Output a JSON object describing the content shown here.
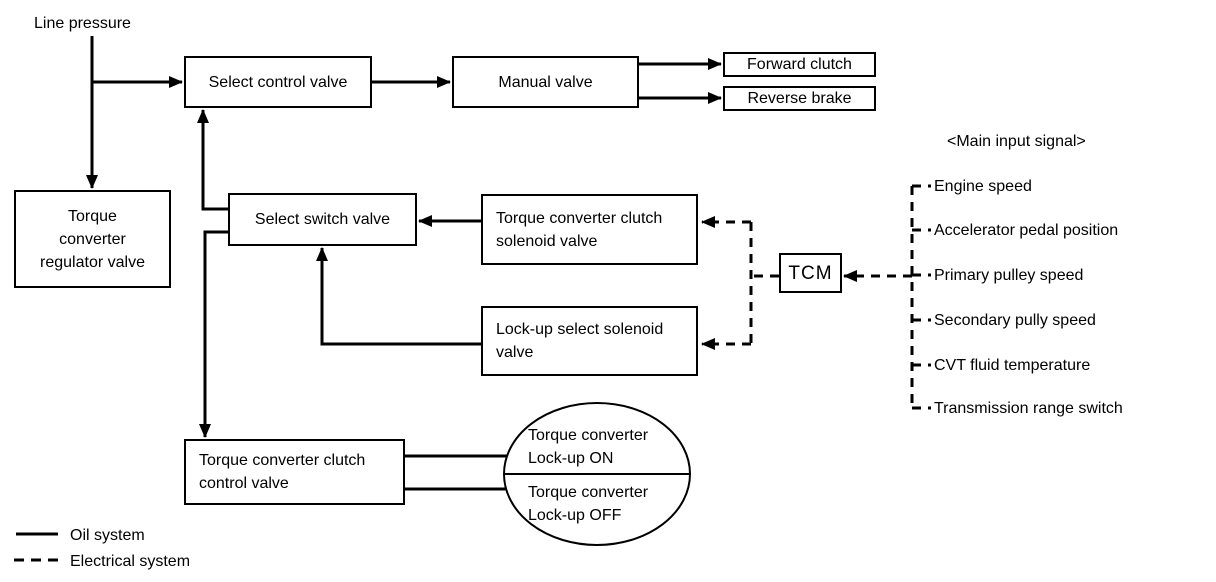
{
  "diagram": {
    "labels": {
      "line_pressure": "Line pressure",
      "main_input_signal_heading": "<Main input signal>"
    },
    "boxes": {
      "select_control_valve": "Select control valve",
      "manual_valve": "Manual valve",
      "forward_clutch": "Forward clutch",
      "reverse_brake": "Reverse brake",
      "torque_converter_regulator_valve": "Torque\nconverter\nregulator valve",
      "select_switch_valve": "Select switch valve",
      "torque_converter_clutch_solenoid_valve": "Torque converter clutch\nsolenoid valve",
      "lock_up_select_solenoid_valve": "Lock-up select solenoid\nvalve",
      "tcm": "TCM",
      "torque_converter_clutch_control_valve": "Torque converter clutch\ncontrol valve"
    },
    "ellipse": {
      "top": "Torque converter\nLock-up ON",
      "bottom": "Torque converter\nLock-up OFF"
    },
    "main_input_signals": [
      "Engine speed",
      "Accelerator pedal position",
      "Primary pulley speed",
      "Secondary pully speed",
      "CVT fluid temperature",
      "Transmission range switch"
    ],
    "legend": {
      "oil_system": "Oil system",
      "electrical_system": "Electrical system"
    },
    "colors": {
      "ink": "#000000",
      "background": "#ffffff"
    }
  }
}
